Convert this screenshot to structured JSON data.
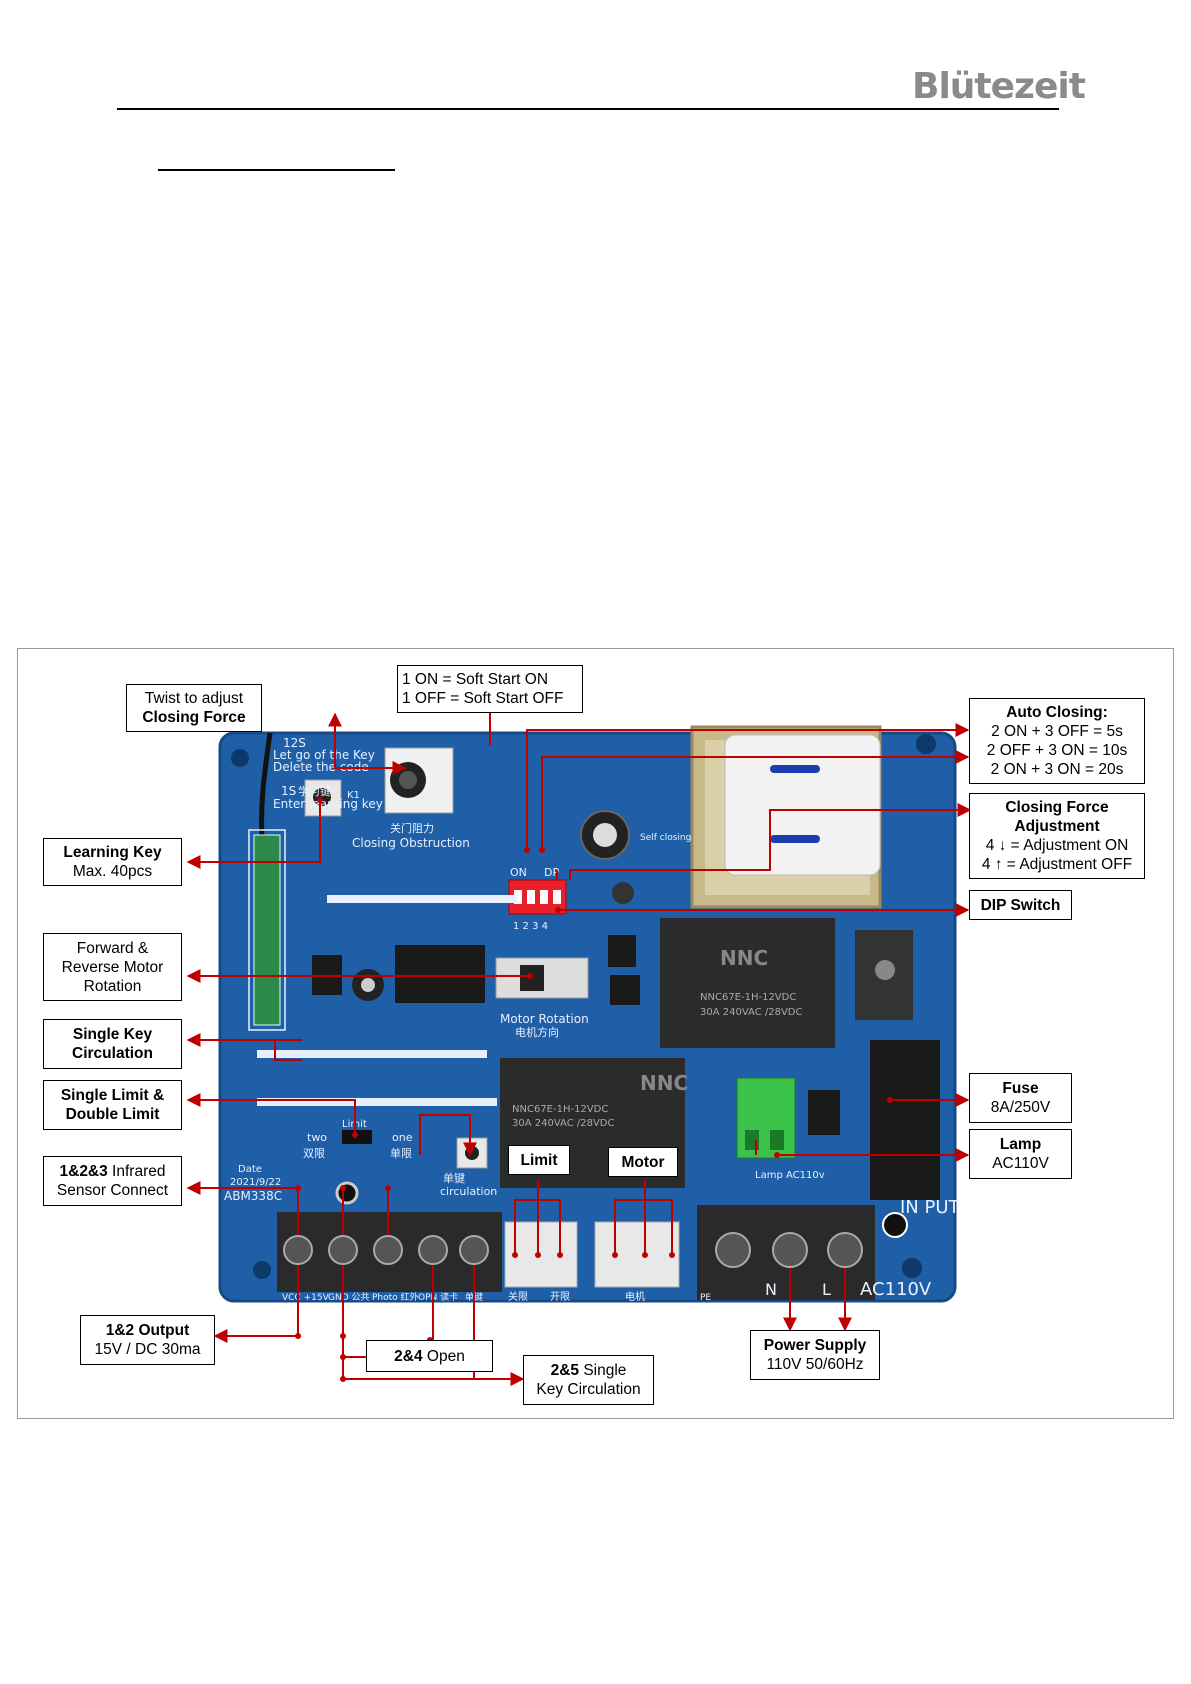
{
  "header": {
    "logo_text": "Blütezeit"
  },
  "labels": {
    "closing_force": {
      "line1": "Twist to adjust",
      "line2": "Closing Force"
    },
    "soft_start": {
      "line1": "1 ON = Soft Start ON",
      "line2": "1 OFF = Soft Start OFF"
    },
    "auto_closing": {
      "title": "Auto Closing:",
      "line1": "2 ON + 3 OFF = 5s",
      "line2": "2 OFF + 3 ON = 10s",
      "line3": "2 ON + 3 ON = 20s"
    },
    "closing_force_adj": {
      "title1": "Closing Force",
      "title2": "Adjustment",
      "line1": "4 ↓ = Adjustment ON",
      "line2": "4 ↑ = Adjustment OFF"
    },
    "dip_switch": {
      "title": "DIP Switch"
    },
    "learning_key": {
      "title": "Learning Key",
      "line1": "Max. 40pcs"
    },
    "motor_rotation": {
      "line1": "Forward &",
      "line2": "Reverse Motor",
      "line3": "Rotation"
    },
    "single_key_circ": {
      "line1": "Single Key",
      "line2": "Circulation"
    },
    "limit_mode": {
      "line1": "Single Limit &",
      "line2": "Double Limit"
    },
    "infrared": {
      "bold": "1&2&3",
      "rest": " Infrared",
      "line2": "Sensor Connect"
    },
    "fuse": {
      "title": "Fuse",
      "line1": "8A/250V"
    },
    "lamp": {
      "title": "Lamp",
      "line1": "AC110V"
    },
    "limit": {
      "title": "Limit"
    },
    "motor": {
      "title": "Motor"
    },
    "output": {
      "title": "1&2 Output",
      "line1": "15V / DC 30ma"
    },
    "open": {
      "bold": "2&4",
      "rest": " Open"
    },
    "single_key": {
      "bold": "2&5",
      "rest": " Single",
      "line2": "Key Circulation"
    },
    "power_supply": {
      "title": "Power Supply",
      "line1": "110V 50/60Hz"
    }
  },
  "board": {
    "silkscreen": {
      "t12s": "12S",
      "let_go": "Let go of the Key",
      "delete": "Delete the code",
      "t1s": "1S",
      "learn_cn": "学习键",
      "enter_learning": "Enter learning key",
      "k1": "K1",
      "obstruction_cn": "关门阻力",
      "closing_obstruction": "Closing Obstruction",
      "motor_rotation": "Motor Rotation",
      "motor_rotation_cn": "电机方向",
      "two": "two",
      "limit": "Limit",
      "one": "one",
      "double_cn": "双限",
      "single_cn": "单限",
      "single_key_cn": "单键",
      "circulation": "circulation",
      "date": "Date",
      "date_value": "2021/9/22",
      "model": "ABM338C",
      "dip_on": "ON",
      "dip_dp": "DP",
      "dip_nums": "1 2 3 4",
      "self_closing": "Self closing",
      "relay_brand": "NNC",
      "relay_model": "NNC67E-1H-12VDC",
      "relay_rating": "30A 240VAC /28VDC",
      "lamp_ac": "Lamp AC110v",
      "input": "IN PUT",
      "ac110v": "AC110V",
      "term_vcc": "VCC +15V",
      "term_gnd": "GND 公共",
      "term_photo": "Photo 红外",
      "term_opn": "OPN 读卡",
      "term_sk": "单键",
      "term_limit1": "关限",
      "term_limit2": "开限",
      "term_motor": "电机",
      "term_pe": "PE",
      "term_n": "N",
      "term_l": "L"
    }
  },
  "colors": {
    "board": "#1f5fa8",
    "arrow": "#c00000",
    "relay": "#2b2b2b",
    "terminal_green": "#3cc24a",
    "dip_red": "#e8202a"
  }
}
